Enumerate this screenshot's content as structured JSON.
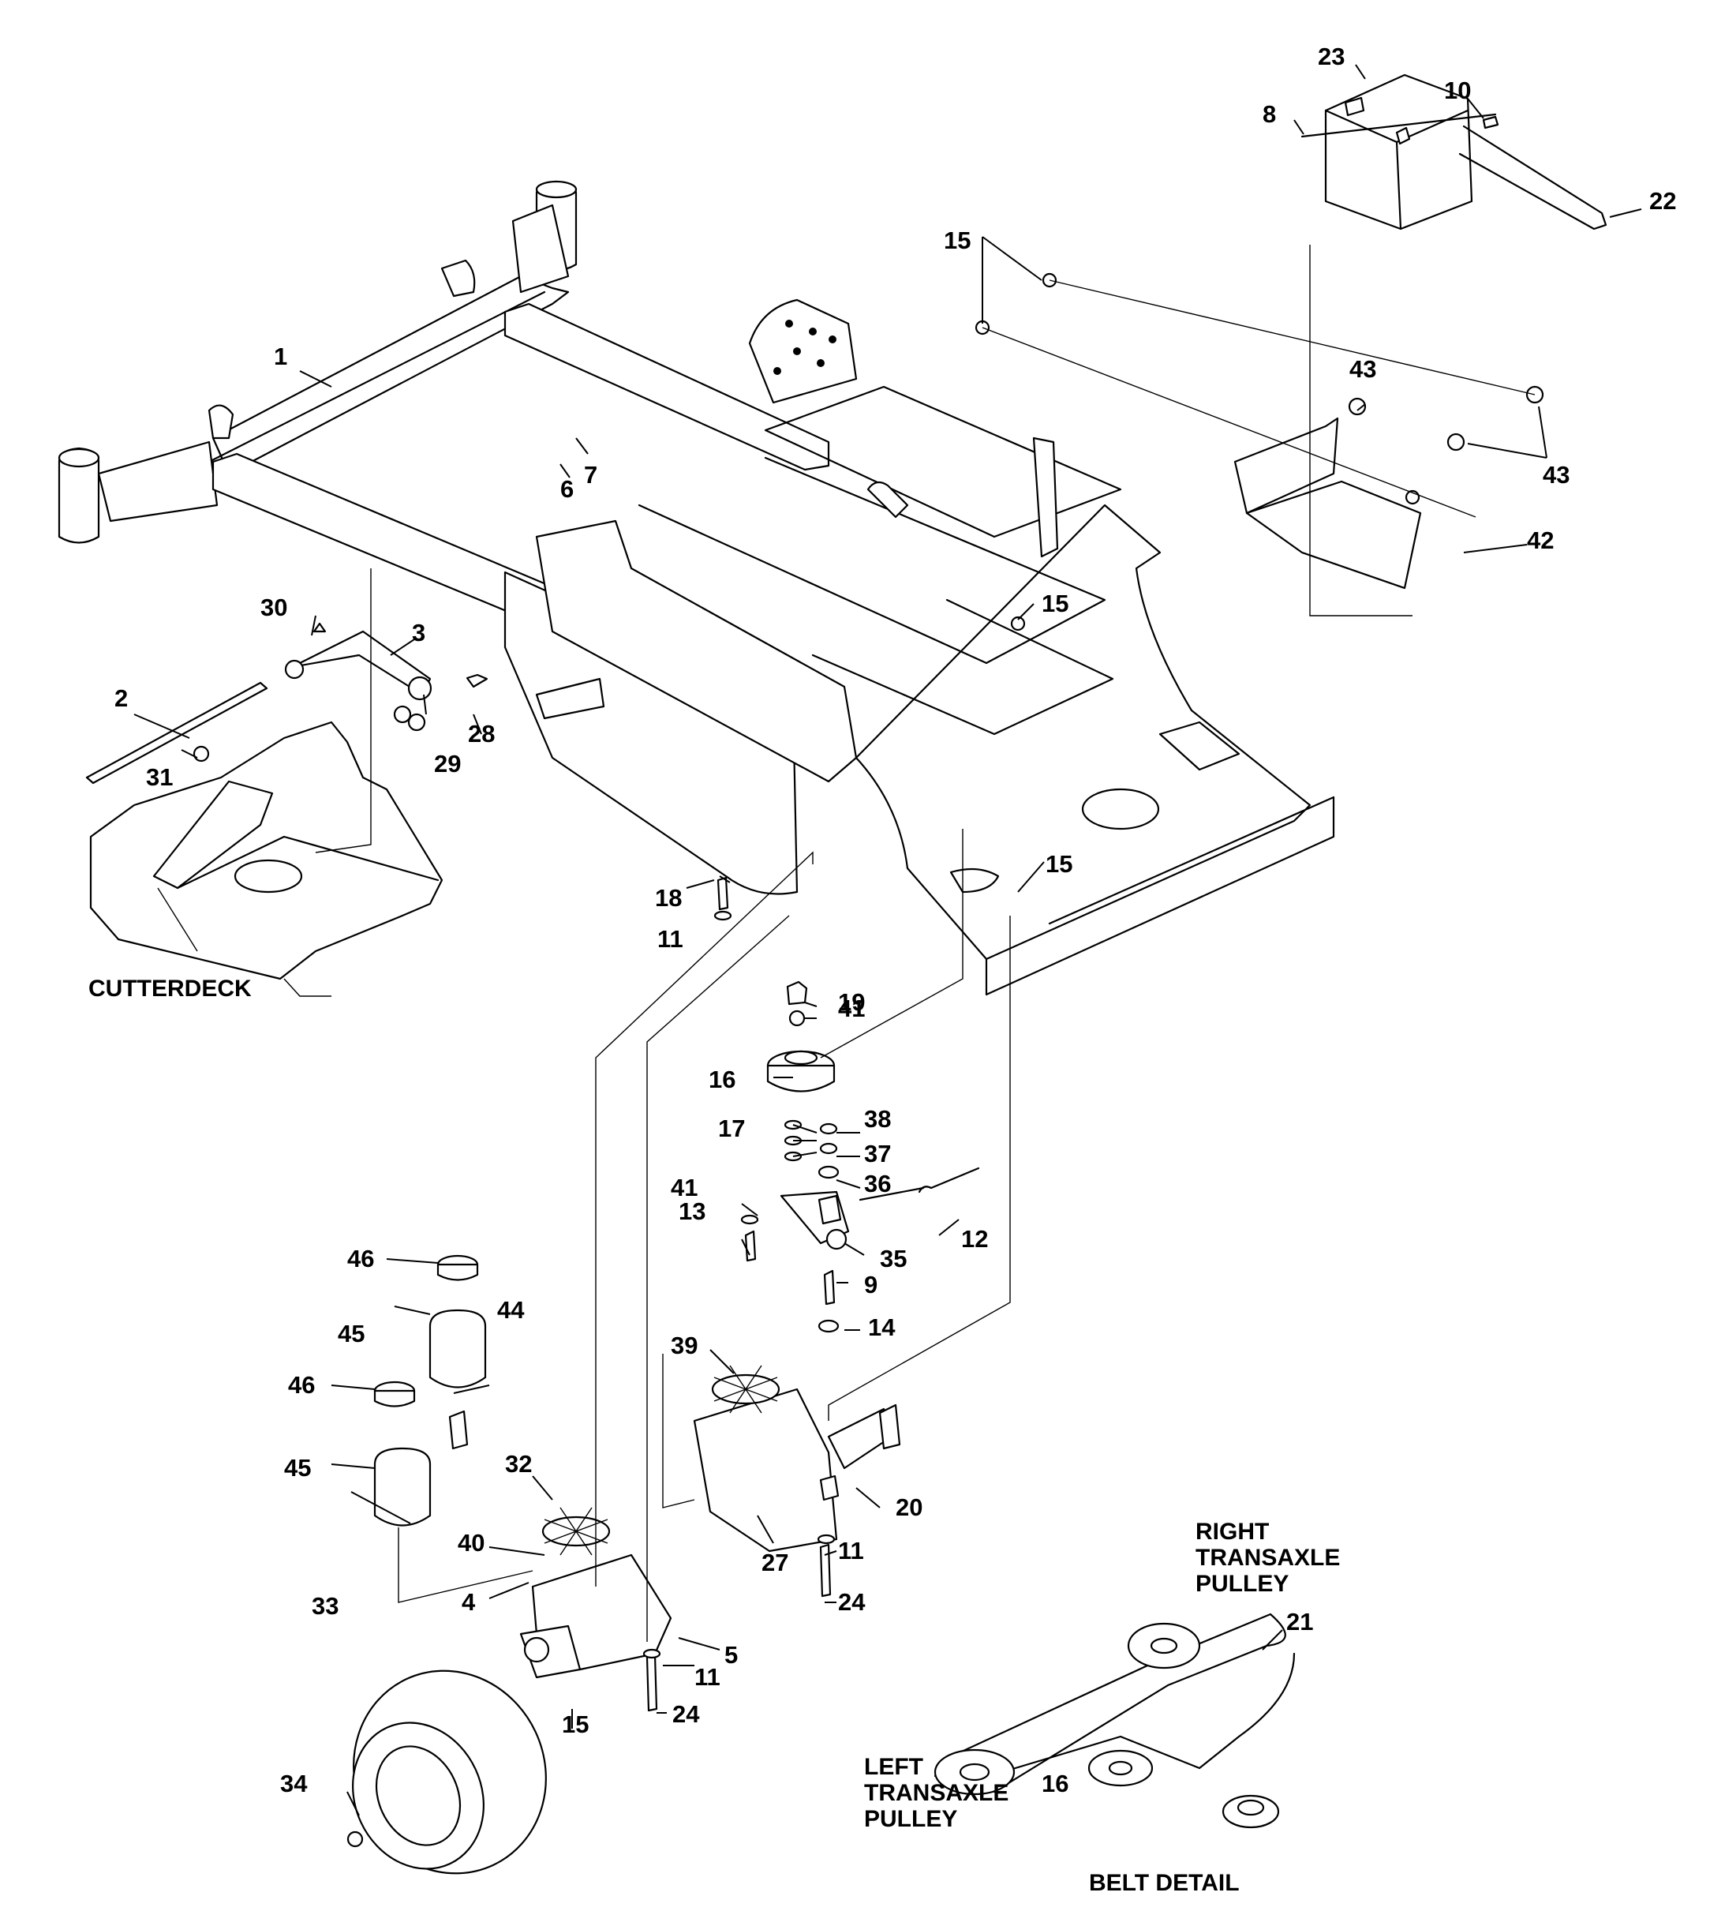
{
  "diagram": {
    "callouts": [
      {
        "id": "c1",
        "text": "1"
      },
      {
        "id": "c2",
        "text": "2"
      },
      {
        "id": "c3",
        "text": "3"
      },
      {
        "id": "c4",
        "text": "4"
      },
      {
        "id": "c5",
        "text": "5"
      },
      {
        "id": "c6",
        "text": "6"
      },
      {
        "id": "c7",
        "text": "7"
      },
      {
        "id": "c8",
        "text": "8"
      },
      {
        "id": "c9",
        "text": "9"
      },
      {
        "id": "c10",
        "text": "10"
      },
      {
        "id": "c11a",
        "text": "11"
      },
      {
        "id": "c11b",
        "text": "11"
      },
      {
        "id": "c11c",
        "text": "11"
      },
      {
        "id": "c12",
        "text": "12"
      },
      {
        "id": "c13",
        "text": "13"
      },
      {
        "id": "c14",
        "text": "14"
      },
      {
        "id": "c15a",
        "text": "15"
      },
      {
        "id": "c15b",
        "text": "15"
      },
      {
        "id": "c15c",
        "text": "15"
      },
      {
        "id": "c15d",
        "text": "15"
      },
      {
        "id": "c16a",
        "text": "16"
      },
      {
        "id": "c16b",
        "text": "16"
      },
      {
        "id": "c17",
        "text": "17"
      },
      {
        "id": "c18",
        "text": "18"
      },
      {
        "id": "c19",
        "text": "19"
      },
      {
        "id": "c20",
        "text": "20"
      },
      {
        "id": "c21",
        "text": "21"
      },
      {
        "id": "c22",
        "text": "22"
      },
      {
        "id": "c23",
        "text": "23"
      },
      {
        "id": "c24a",
        "text": "24"
      },
      {
        "id": "c24b",
        "text": "24"
      },
      {
        "id": "c27",
        "text": "27"
      },
      {
        "id": "c28",
        "text": "28"
      },
      {
        "id": "c29",
        "text": "29"
      },
      {
        "id": "c30",
        "text": "30"
      },
      {
        "id": "c31",
        "text": "31"
      },
      {
        "id": "c32",
        "text": "32"
      },
      {
        "id": "c33",
        "text": "33"
      },
      {
        "id": "c34",
        "text": "34"
      },
      {
        "id": "c35",
        "text": "35"
      },
      {
        "id": "c36",
        "text": "36"
      },
      {
        "id": "c37",
        "text": "37"
      },
      {
        "id": "c38",
        "text": "38"
      },
      {
        "id": "c39",
        "text": "39"
      },
      {
        "id": "c40",
        "text": "40"
      },
      {
        "id": "c41a",
        "text": "41"
      },
      {
        "id": "c41b",
        "text": "41"
      },
      {
        "id": "c42",
        "text": "42"
      },
      {
        "id": "c43a",
        "text": "43"
      },
      {
        "id": "c43b",
        "text": "43"
      },
      {
        "id": "c44",
        "text": "44"
      },
      {
        "id": "c45a",
        "text": "45"
      },
      {
        "id": "c45b",
        "text": "45"
      },
      {
        "id": "c46a",
        "text": "46"
      },
      {
        "id": "c46b",
        "text": "46"
      }
    ],
    "captions": {
      "cutterdeck": "CUTTERDECK",
      "right_pulley_1": "RIGHT",
      "right_pulley_2": "TRANSAXLE",
      "right_pulley_3": "PULLEY",
      "left_pulley_1": "LEFT",
      "left_pulley_2": "TRANSAXLE",
      "left_pulley_3": "PULLEY",
      "belt_detail": "BELT DETAIL"
    }
  }
}
